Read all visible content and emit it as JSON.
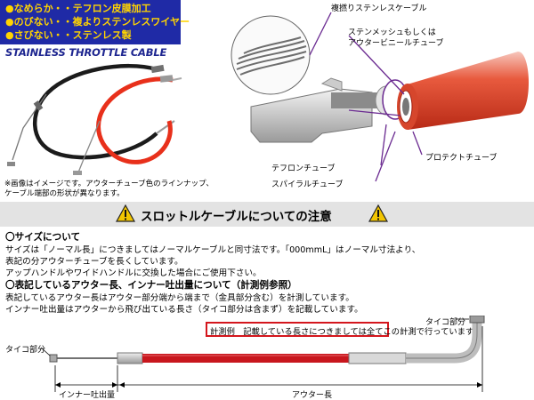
{
  "features": [
    "●なめらか・・テフロン皮膜加工",
    "●のびない・・複よりステンレスワイヤー",
    "●さびない・・ステンレス製"
  ],
  "product_title": "STAINLESS THROTTLE CABLE",
  "image_note": [
    "※画像はイメージです。アウターチューブ色のラインナップ、",
    "ケーブル端部の形状が異なります。"
  ],
  "callouts": {
    "inner_wire": "複撚りステンレスケーブル",
    "outer_tube_1": "ステンメッシュもしくは",
    "outer_tube_2": "アウタービニールチューブ",
    "protect_tube": "プロテクトチューブ",
    "teflon_tube": "テフロンチューブ",
    "spiral_tube": "スパイラルチューブ"
  },
  "caution_title": "スロットルケーブルについての注意",
  "size_section": {
    "heading": "〇サイズについて",
    "lines": [
      "サイズは「ノーマル長」につきましてはノーマルケーブルと同寸法です。「000mmL」はノーマル寸法より、",
      "表記の分アウターチューブを長くしています。",
      "アップハンドルやワイドハンドルに交換した場合にご使用下さい。"
    ]
  },
  "measure_section": {
    "heading": "〇表記しているアウター長、インナー吐出量について（計測例参照）",
    "lines": [
      "表記しているアウター長はアウター部分端から端まで（金具部分含む）を計測しています。",
      "インナー吐出量はアウターから飛び出ている長さ（タイコ部分は含まず）を記載しています。"
    ]
  },
  "measure_note": "計測例　記載している長さにつきましては全てこの計測で行っています。",
  "diagram": {
    "taiko_right": "タイコ部分",
    "taiko_left": "タイコ部分",
    "inner_length": "インナー吐出量",
    "outer_length": "アウター長"
  },
  "colors": {
    "feature_bg": "#1f2aa6",
    "feature_text": "#ffd400",
    "title_blue": "#1e2690",
    "outer_red": "#d4161d",
    "caution_yellow": "#f2c500"
  }
}
